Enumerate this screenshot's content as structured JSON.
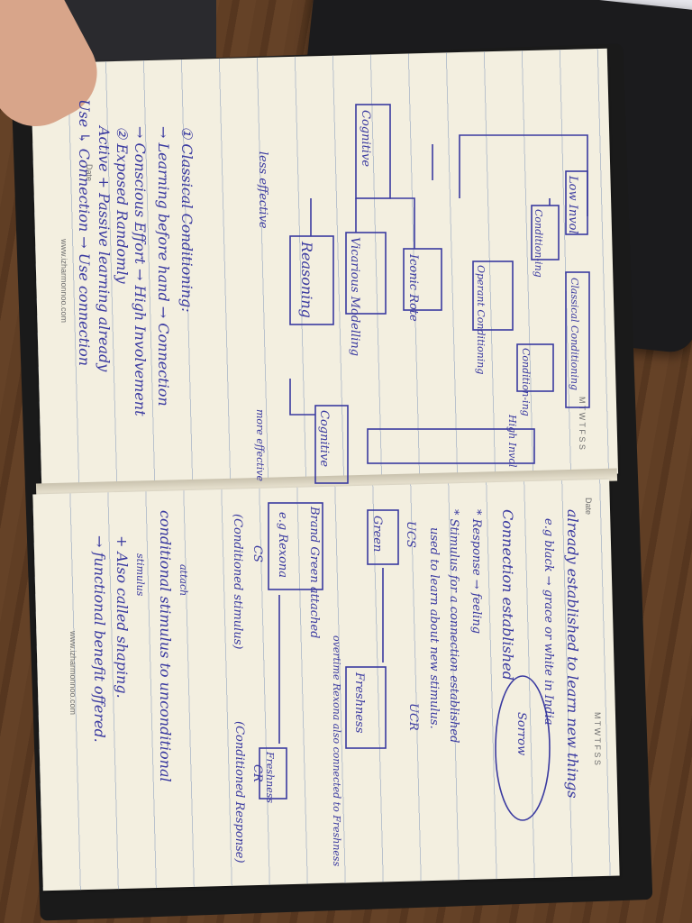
{
  "page_top": {
    "date_label": "Date",
    "days_label": "M T W T F S S",
    "website": "www.izharmonnoo.com",
    "diagram": {
      "low_invol": "Low Invol",
      "high_invol": "High Invol",
      "conditioning": "Condition-ing",
      "classical_conditioning": "Classical Conditioning",
      "operant_conditioning": "Operant Conditioning",
      "conditioning_2": "Condition-ing",
      "iconic_rote": "Iconic Rote",
      "cognitive_left": "Cognitive",
      "vicarious_modelling": "Vicarious Modelling",
      "reasoning": "Reasoning",
      "cognitive_right": "Cognitive",
      "less_effective": "less effective",
      "more_effective": "more effective"
    },
    "notes": [
      "① Classical Conditioning:",
      "→ Learning before hand → Connection",
      "→ Conscious Effort → High Involvement",
      "② Exposed Randomly",
      "Active + Passive learning already",
      "Use ↳ Connection → Use connection"
    ]
  },
  "page_bottom": {
    "date_label": "Date",
    "days_label": "M T W T F S S",
    "website": "www.izharmonnoo.com",
    "notes": [
      "already established to learn new things",
      "e.g black → grace or white in India",
      "Sorrow",
      "Connection established",
      "* Response → feeling",
      "* Stimulus for a connection established",
      "used to learn about new stimulus.",
      "UCS",
      "UCR",
      "Green",
      "Freshness",
      "overtime Rexona also connected to Freshness",
      "Brand Green attached",
      "e.g Rexona",
      "Freshness",
      "CS",
      "CR",
      "(Conditioned stimulus)",
      "(Conditioned Response)",
      "attach",
      "conditional stimulus to unconditional",
      "stimulus",
      "+ Also called shaping.",
      "→ functional benefit offered."
    ]
  }
}
